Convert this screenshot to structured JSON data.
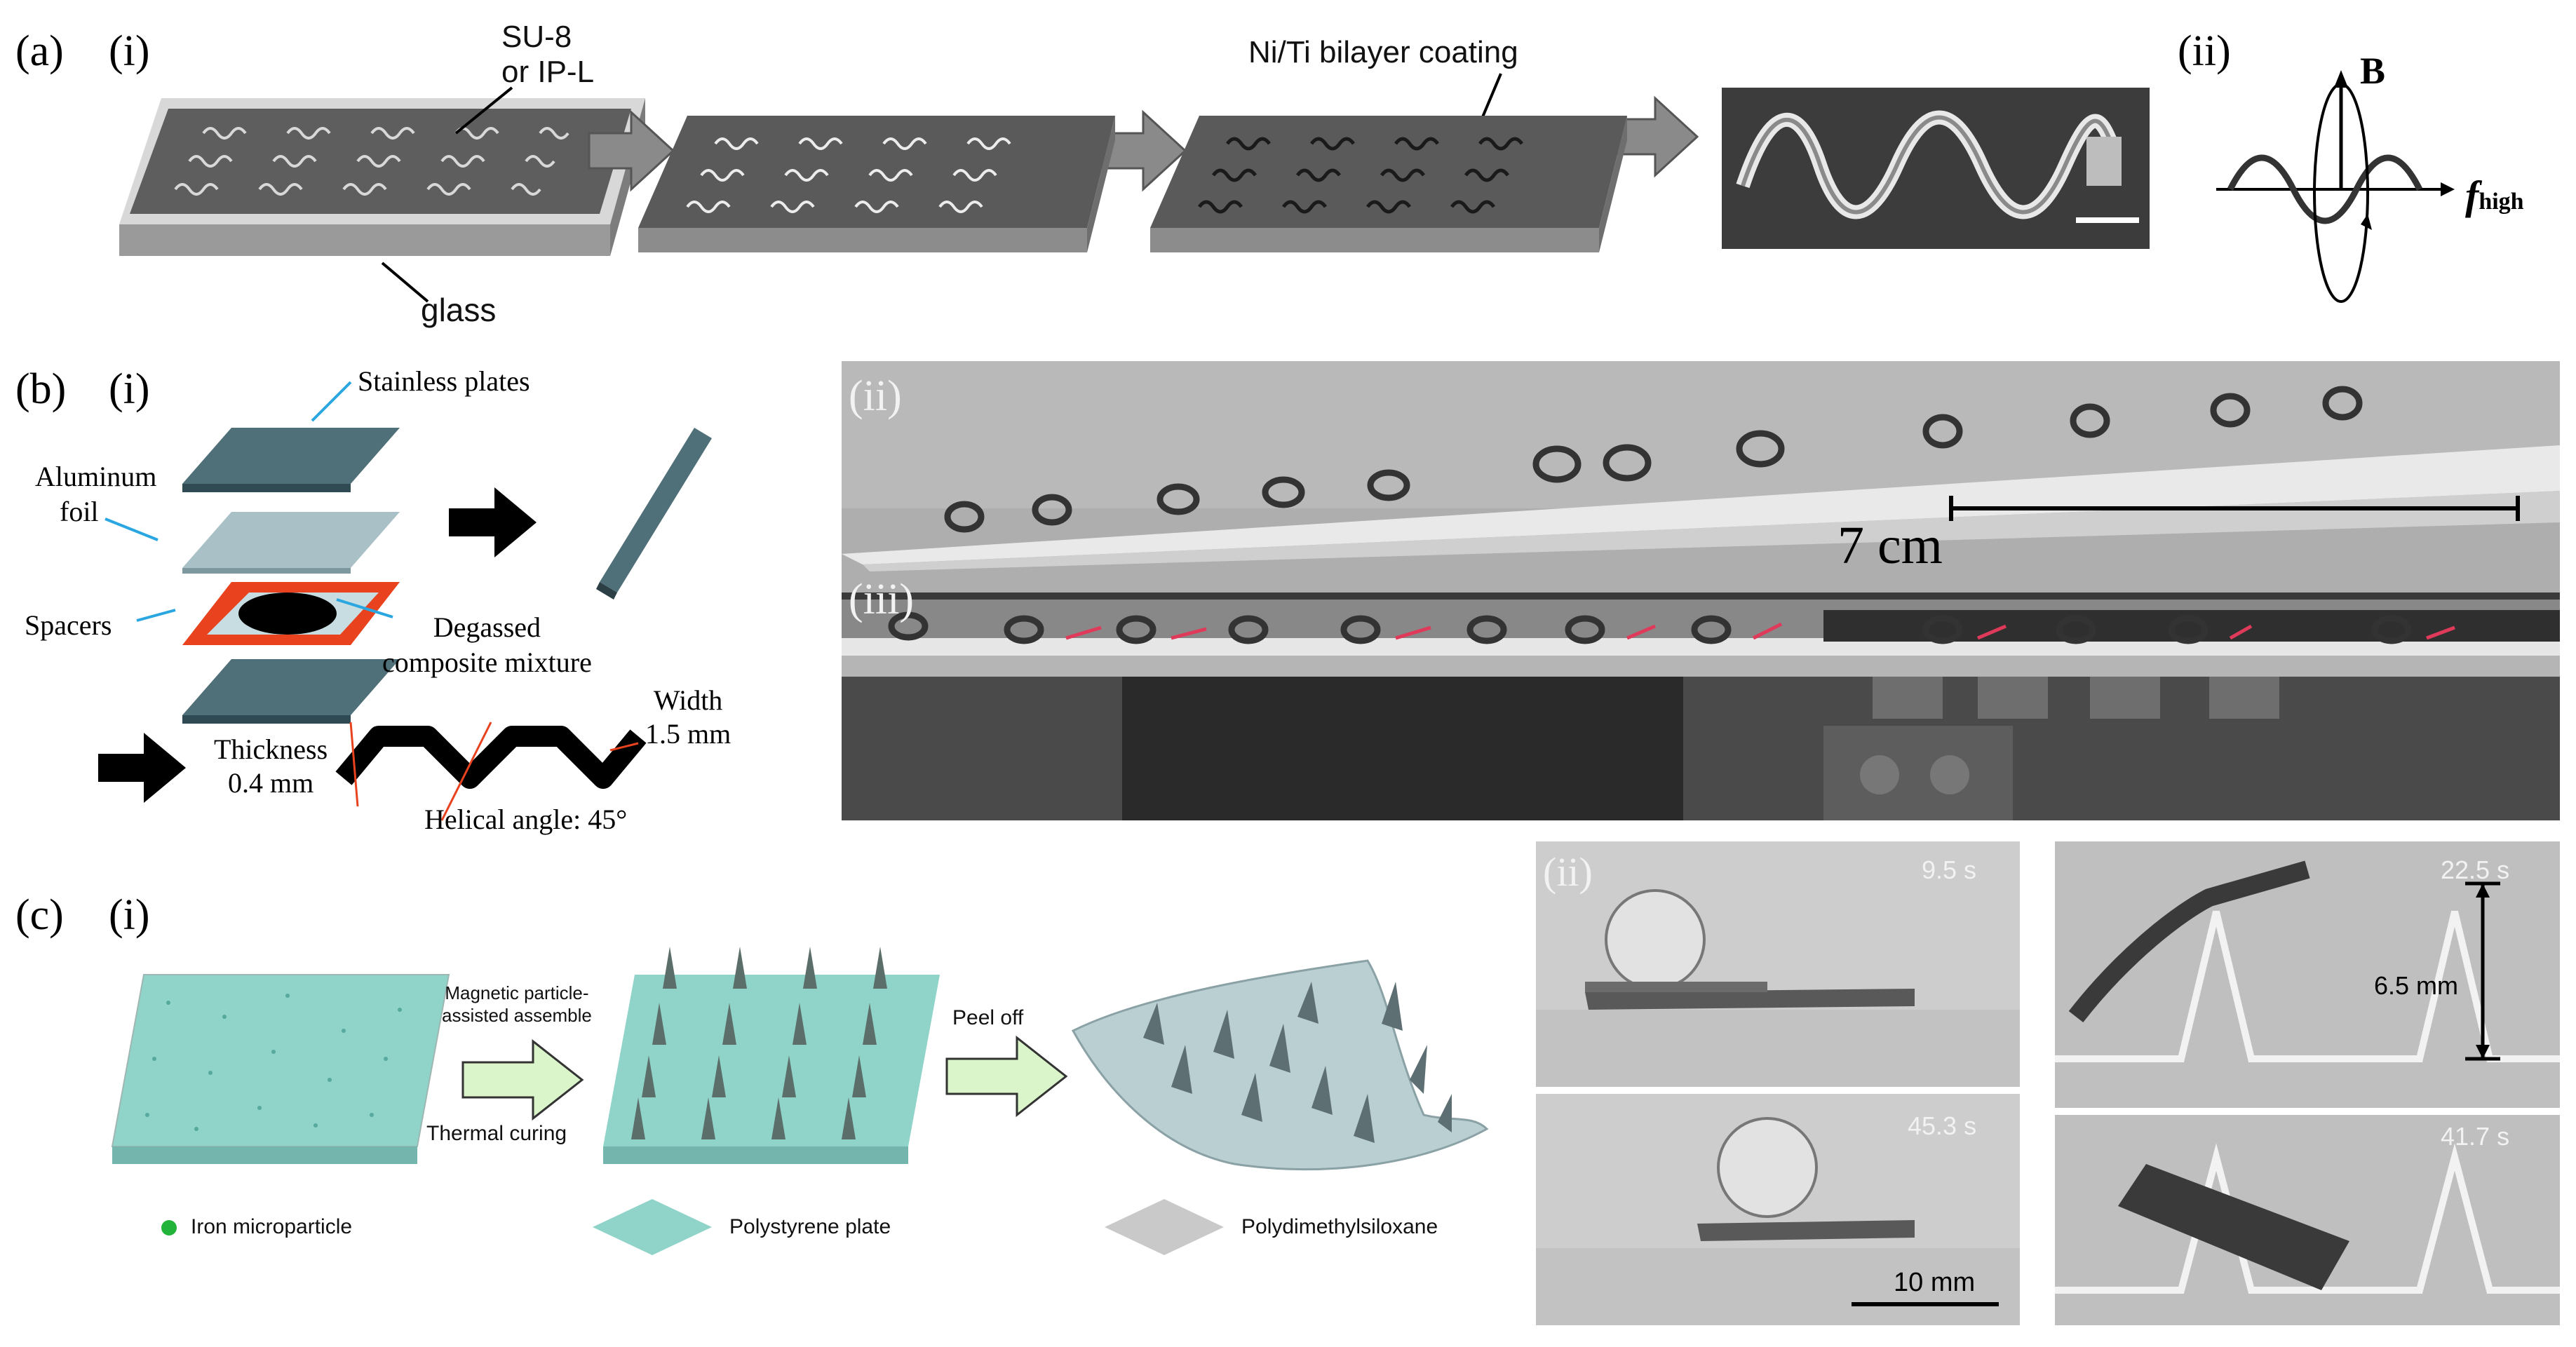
{
  "panel_a": {
    "label": "(a)",
    "sub_i": "(i)",
    "sub_ii": "(ii)",
    "su8_line1": "SU-8",
    "su8_line2": "or IP-L",
    "coating": "Ni/Ti bilayer coating",
    "glass": "glass",
    "field_B": "B",
    "freq_f": "f",
    "freq_sub": "high"
  },
  "panel_b": {
    "label": "(b)",
    "sub_i": "(i)",
    "sub_ii": "(ii)",
    "sub_iii": "(iii)",
    "stainless": "Stainless plates",
    "aluminum_1": "Aluminum",
    "aluminum_2": "foil",
    "spacers": "Spacers",
    "degassed_1": "Degassed",
    "degassed_2": "composite mixture",
    "thickness_1": "Thickness",
    "thickness_2": "0.4 mm",
    "width_1": "Width",
    "width_2": "1.5 mm",
    "helical": "Helical angle: 45°",
    "scale": "7 cm"
  },
  "panel_c": {
    "label": "(c)",
    "sub_i": "(i)",
    "sub_ii": "(ii)",
    "magnetic_1": "Magnetic particle-",
    "magnetic_2": "assisted assemble",
    "thermal": "Thermal curing",
    "peel": "Peel off",
    "iron": "Iron microparticle",
    "polystyrene": "Polystyrene plate",
    "pdms": "Polydimethylsiloxane",
    "t1": "9.5 s",
    "t2": "22.5 s",
    "t3": "45.3 s",
    "t4": "41.7 s",
    "height": "6.5 mm",
    "scale": "10 mm"
  },
  "colors": {
    "arrow_gray": "#8a8a8a",
    "arrow_black": "#000000",
    "red_frame": "#e8431e",
    "teal_plate": "#8fd3c9",
    "light_green_arrow": "#d9f5c9",
    "iron_dot": "#22b33a"
  }
}
